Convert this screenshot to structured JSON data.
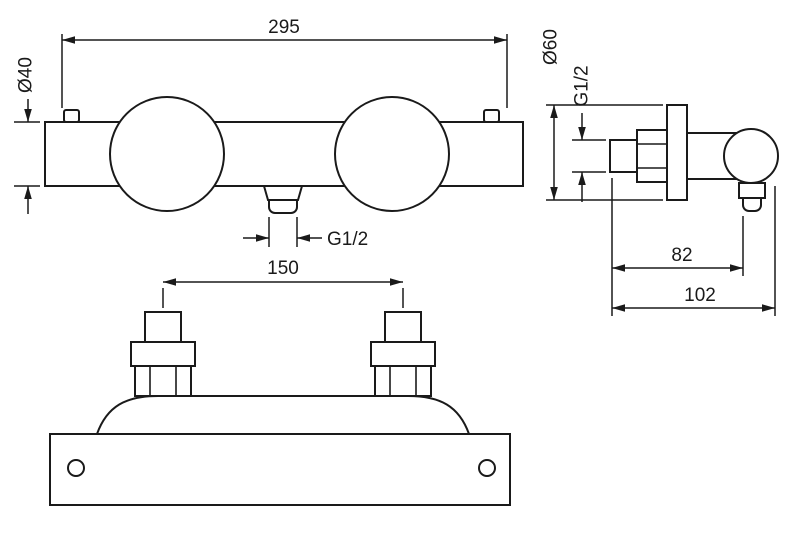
{
  "colors": {
    "line": "#1a1a1a",
    "background": "#ffffff"
  },
  "front_view": {
    "width": "295",
    "bar_diameter": "Ø40",
    "outlet_thread": "G1/2"
  },
  "side_view": {
    "flange_diameter": "Ø60",
    "inlet_thread": "G1/2",
    "body_depth": "82",
    "total_depth": "102"
  },
  "mounting_view": {
    "inlet_spacing": "150"
  }
}
